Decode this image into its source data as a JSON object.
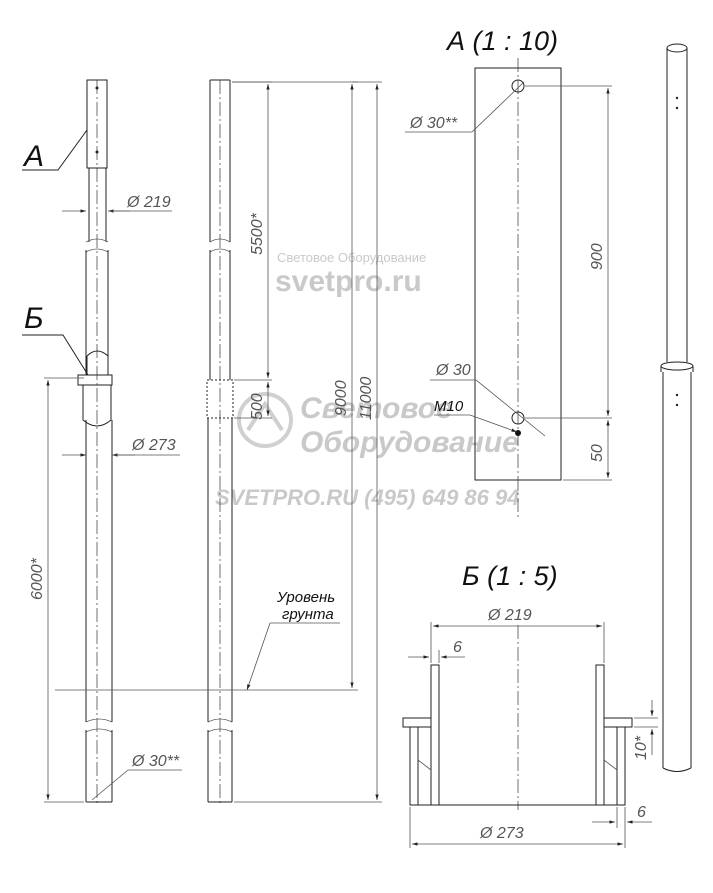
{
  "watermarks": {
    "brand_line1": "Световое Оборудование",
    "brand_line2": "svetpro.ru",
    "logo_line1": "Световое",
    "logo_line2": "Оборудование",
    "contact": "SVETPRO.RU   (495) 649 86 94"
  },
  "callouts": {
    "a": "А",
    "b": "Б"
  },
  "views": {
    "detail_a_title": "А (1 : 10)",
    "detail_b_title": "Б (1 : 5)"
  },
  "dimensions": {
    "dia_219_top": "Ø 219",
    "dia_273": "Ø 273",
    "dia_30_bottom": "Ø 30**",
    "h_6000": "6000*",
    "h_5500": "5500*",
    "h_500": "500",
    "h_9000": "9000",
    "h_11000": "11000",
    "a_dia_30_top": "Ø 30**",
    "a_dia_30": "Ø 30",
    "a_m10": "M10",
    "a_900": "900",
    "a_50": "50",
    "b_dia_219": "Ø 219",
    "b_6_top": "6",
    "b_dia_273": "Ø 273",
    "b_6_bottom": "6",
    "b_10": "10*"
  },
  "notes": {
    "ground_line1": "Уровень",
    "ground_line2": "грунта"
  }
}
